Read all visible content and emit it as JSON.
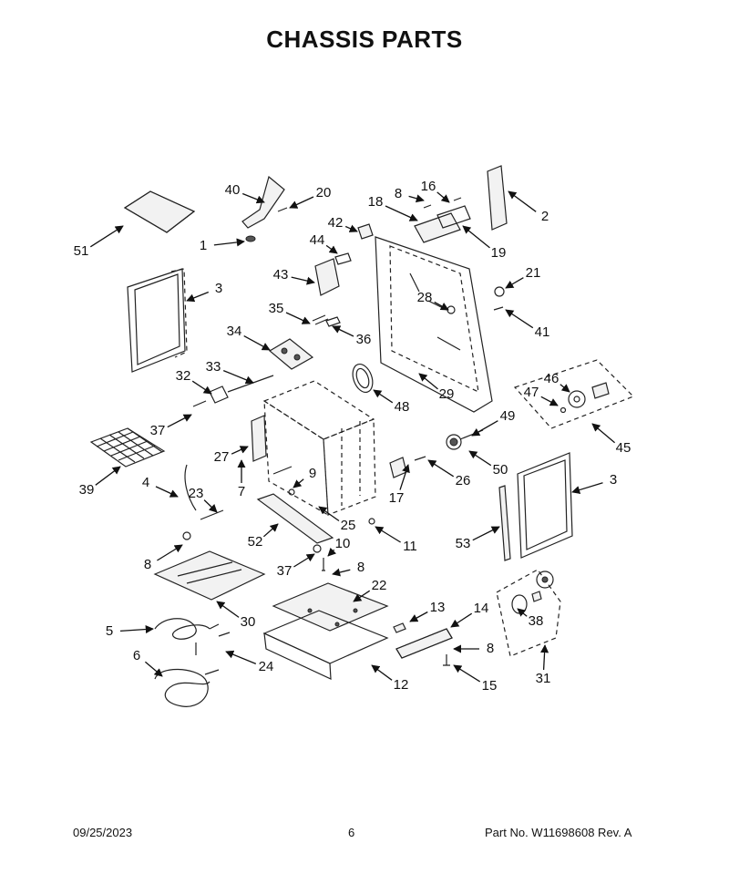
{
  "title": "CHASSIS  PARTS",
  "footer": {
    "date": "09/25/2023",
    "page": "6",
    "part_no": "Part No.  W11698608  Rev.  A"
  },
  "callouts": [
    "1",
    "2",
    "3",
    "3",
    "4",
    "5",
    "6",
    "7",
    "8",
    "8",
    "8",
    "8",
    "9",
    "10",
    "11",
    "12",
    "13",
    "14",
    "15",
    "16",
    "17",
    "18",
    "19",
    "20",
    "21",
    "22",
    "23",
    "24",
    "25",
    "26",
    "27",
    "28",
    "29",
    "30",
    "31",
    "32",
    "33",
    "34",
    "35",
    "36",
    "37",
    "37",
    "38",
    "39",
    "40",
    "41",
    "42",
    "43",
    "44",
    "45",
    "46",
    "47",
    "48",
    "49",
    "50",
    "51",
    "52",
    "53"
  ]
}
